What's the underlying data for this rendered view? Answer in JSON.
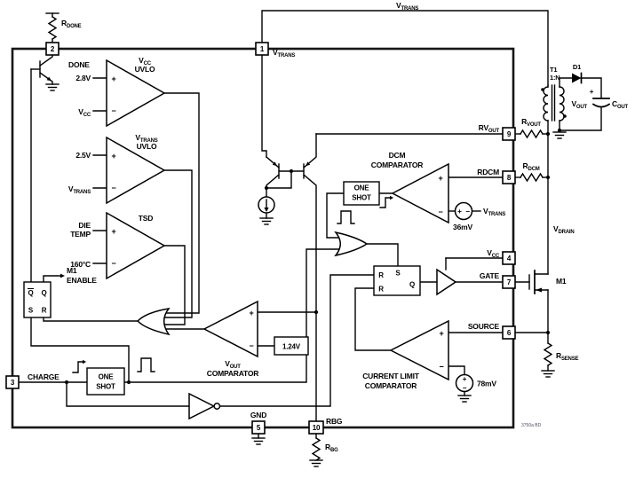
{
  "pin1_num": "1",
  "pin1_label": [
    "V",
    "TRANS"
  ],
  "pin2_num": "2",
  "pin2_label": "DONE",
  "pin3_num": "3",
  "pin3_label": "CHARGE",
  "pin4_num": "4",
  "pin4_label": [
    "V",
    "CC"
  ],
  "pin5_num": "5",
  "pin5_label": "GND",
  "pin6_num": "6",
  "pin6_label": "SOURCE",
  "pin7_num": "7",
  "pin7_label": "GATE",
  "pin8_num": "8",
  "pin8_label": "RDCM",
  "pin9_num": "9",
  "pin9_label": [
    "RV",
    "OUT"
  ],
  "pin10_num": "10",
  "pin10_label": "RBG",
  "rail_vtrans": [
    "V",
    "TRANS"
  ],
  "vdrain": [
    "V",
    "DRAIN"
  ],
  "cmp_vcc_title": [
    "V",
    "CC"
  ],
  "cmp_vcc_title2": "UVLO",
  "cmp_vcc_inp": "2.8V",
  "cmp_vcc_inn": [
    "V",
    "CC"
  ],
  "cmp_vt_title": [
    "V",
    "TRANS"
  ],
  "cmp_vt_title2": "UVLO",
  "cmp_vt_inp": "2.5V",
  "cmp_vt_inn": [
    "V",
    "TRANS"
  ],
  "cmp_tsd_title": "TSD",
  "cmp_tsd_inp1": "DIE",
  "cmp_tsd_inp2": "TEMP",
  "cmp_tsd_inn": "160°C",
  "cmp_vout_title": [
    "V",
    "OUT"
  ],
  "cmp_vout_title2": "COMPARATOR",
  "ref_124": "1.24V",
  "cmp_dcm_title": "DCM",
  "cmp_dcm_title2": "COMPARATOR",
  "offset_36": "36mV",
  "ref_vtrans": [
    "V",
    "TRANS"
  ],
  "cmp_ilim_title": "CURRENT LIMIT",
  "cmp_ilim_title2": "COMPARATOR",
  "offset_78": "78mV",
  "latch1": {
    "qb": "Q",
    "q": "Q",
    "s": "S",
    "r": "R"
  },
  "m1_enable": [
    "M1",
    "ENABLE"
  ],
  "latch2": {
    "r1": "R",
    "s": "S",
    "r2": "R",
    "q": "Q"
  },
  "oneshot": [
    "ONE",
    "SHOT"
  ],
  "plus": "+",
  "minus": "−",
  "r_done": [
    "R",
    "DONE"
  ],
  "r_vout": [
    "R",
    "VOUT"
  ],
  "r_dcm": [
    "R",
    "DCM"
  ],
  "r_sense": [
    "R",
    "SENSE"
  ],
  "r_bg": [
    "R",
    "BG"
  ],
  "t1": "T1",
  "turns": "1:N",
  "d1": "D1",
  "v_out": [
    "V",
    "OUT"
  ],
  "c_out": [
    "C",
    "OUT"
  ],
  "m1": "M1",
  "note": "3750a BD"
}
